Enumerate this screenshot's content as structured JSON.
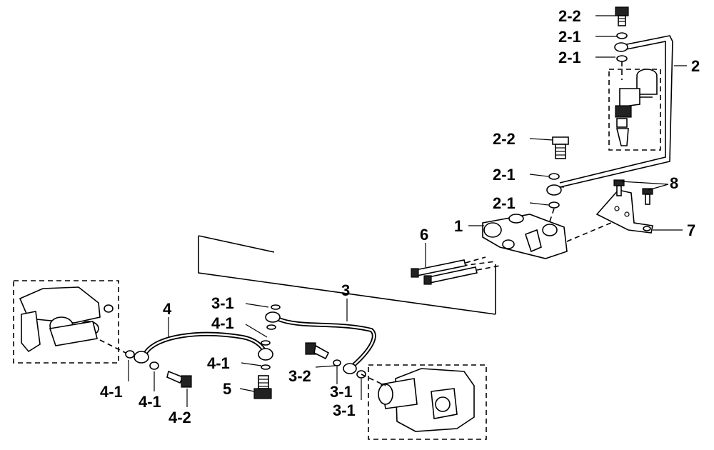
{
  "diagram": {
    "callouts": {
      "c_2_2_top": "2-2",
      "c_2_1_top_a": "2-1",
      "c_2_1_top_b": "2-1",
      "c_2": "2",
      "c_2_2_mid": "2-2",
      "c_2_1_mid_a": "2-1",
      "c_8": "8",
      "c_2_1_mid_b": "2-1",
      "c_1": "1",
      "c_6": "6",
      "c_7": "7",
      "c_3": "3",
      "c_3_1_a": "3-1",
      "c_4": "4",
      "c_4_1_a": "4-1",
      "c_4_1_b": "4-1",
      "c_5": "5",
      "c_3_2": "3-2",
      "c_3_1_b": "3-1",
      "c_3_1_c": "3-1",
      "c_4_1_c": "4-1",
      "c_4_1_d": "4-1",
      "c_4_2": "4-2"
    }
  }
}
